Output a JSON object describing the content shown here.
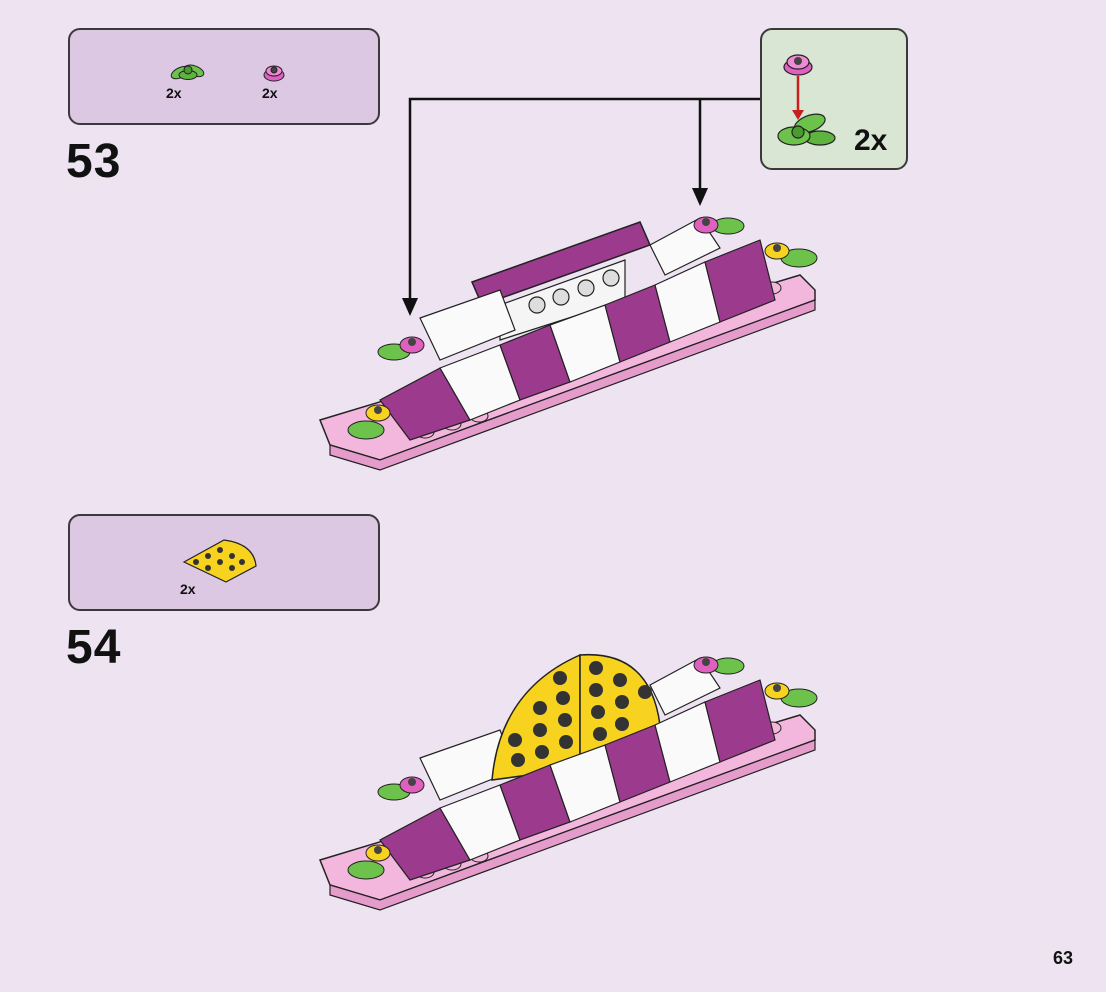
{
  "step53": {
    "number": "53",
    "parts": [
      {
        "icon": "green-leaf-plate",
        "qty": "2x"
      },
      {
        "icon": "pink-flower-plate",
        "qty": "2x"
      }
    ],
    "subassembly_qty": "2x"
  },
  "step54": {
    "number": "54",
    "parts": [
      {
        "icon": "yellow-round-corner-plate",
        "qty": "2x"
      }
    ]
  },
  "page_number": "63",
  "colors": {
    "background": "#ede3f1",
    "parts_box": "#dcc8e3",
    "subassembly_box": "#d9e6d3",
    "magenta": "#9c3a8e",
    "pink": "#f3b6dc",
    "yellow": "#f7d21f",
    "green": "#6cc24a"
  }
}
